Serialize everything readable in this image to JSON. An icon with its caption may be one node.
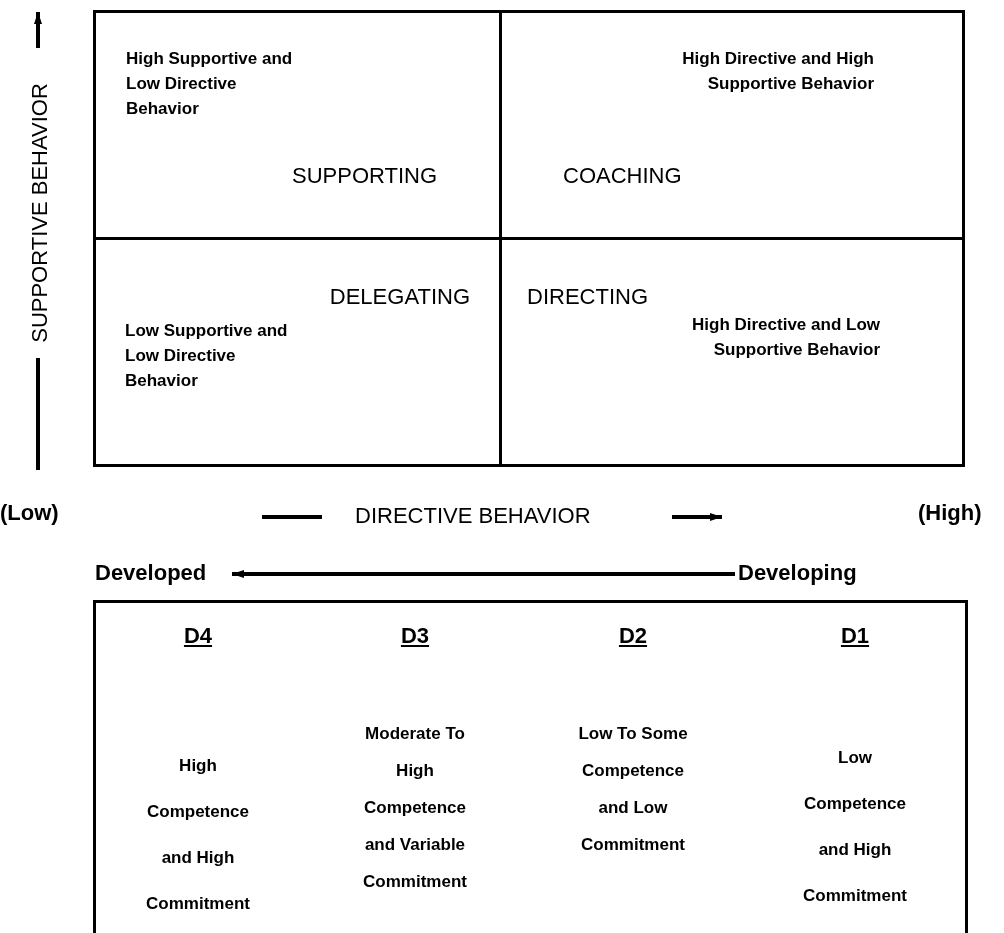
{
  "diagram": {
    "nodes": [
      {
        "text": [
          "High Supportive and Low Directive Behavior",
          "SUPPORTING"
        ]
      },
      {
        "text": [
          "High Directive and High Supportive Behavior",
          "COACHING"
        ]
      },
      {
        "text": [
          "DELEGATING",
          "Low Supportive and Low Directive Behavior"
        ]
      },
      {
        "text": [
          "DIRECTING",
          "High Directive and Low Supportive Behavior"
        ]
      },
      {
        "text": [
          "Developed"
        ]
      },
      {
        "text": [
          "Developing"
        ]
      },
      {
        "text": [
          "D4",
          "High Competence and High Commitment",
          "D3",
          "Moderate To High Competence and Variable Commitment",
          "D2",
          "Low To Some Competence and Low Commitment",
          "D1",
          "Low Competence and High Commitment"
        ]
      }
    ],
    "edges": [
      {
        "from": 5,
        "to": 4,
        "arrow": "to"
      }
    ],
    "labels": [
      "SUPPORTIVE BEHAVIOR",
      "(Low)",
      "DIRECTIVE BEHAVIOR",
      "(High)"
    ]
  }
}
